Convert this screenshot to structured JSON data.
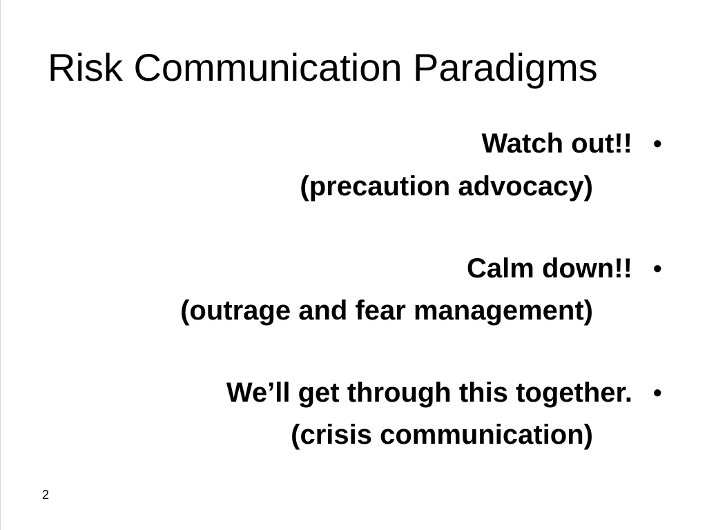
{
  "slide": {
    "title": "Risk Communication Paradigms",
    "bullet_glyph": "•",
    "items": [
      {
        "main": "Watch out!!",
        "sub": "(precaution advocacy)"
      },
      {
        "main": "Calm down!!",
        "sub": "(outrage and fear management)"
      },
      {
        "main": "We’ll get through this together.",
        "sub": "(crisis communication)"
      }
    ],
    "page_number": "2"
  }
}
